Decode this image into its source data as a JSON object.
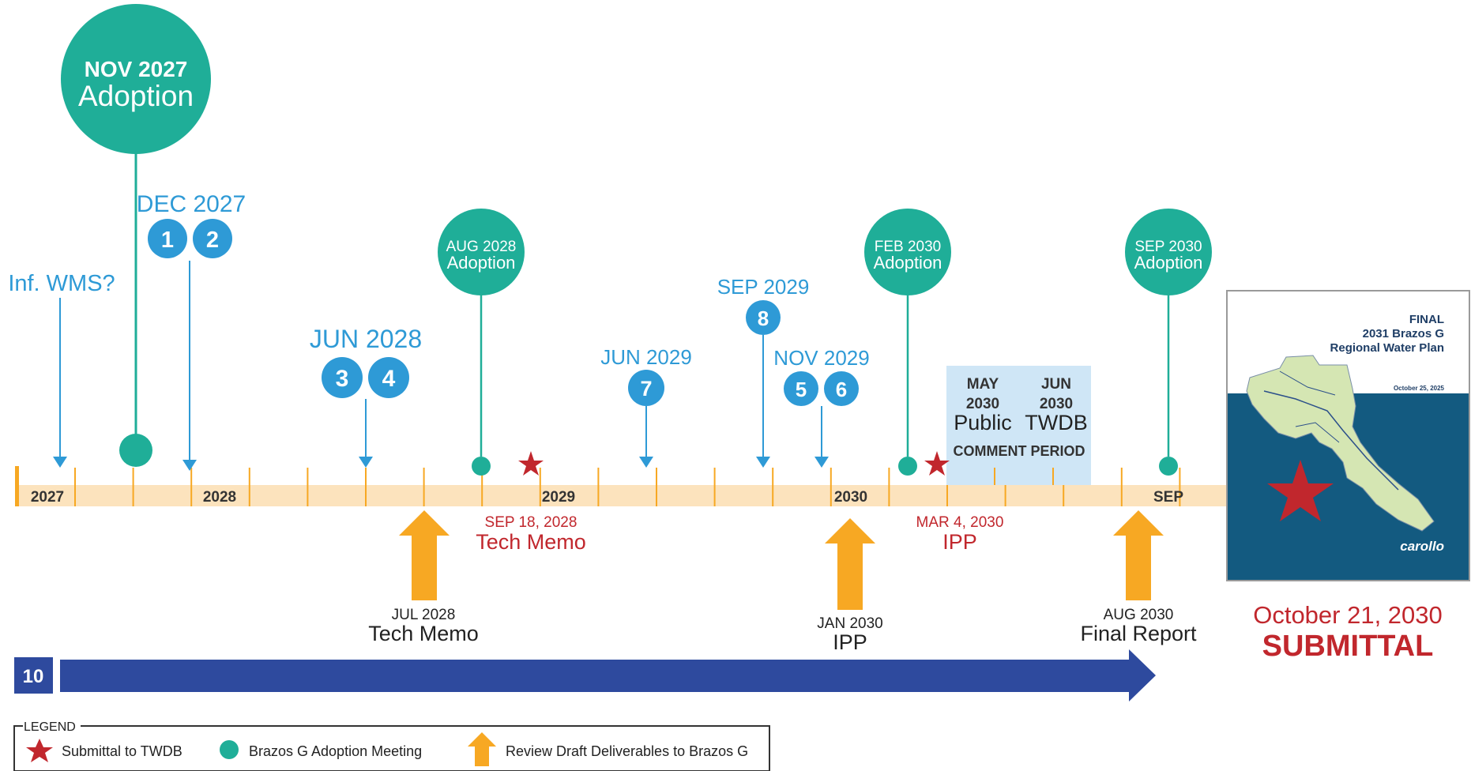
{
  "colors": {
    "teal": "#1fae98",
    "blue": "#2e9ad6",
    "navy": "#2e4a9e",
    "orange": "#f7a823",
    "red": "#c1272d",
    "band": "#fce3bd",
    "comment_box": "#cfe6f6",
    "report_dark": "#135a80",
    "report_map": "#d5e6b3"
  },
  "axis": {
    "year_labels": [
      "2027",
      "2028",
      "2029",
      "2030",
      "SEP"
    ]
  },
  "adoption_meetings": [
    {
      "date": "NOV 2027",
      "label": "Adoption"
    },
    {
      "date": "AUG 2028",
      "label": "Adoption"
    },
    {
      "date": "FEB 2030",
      "label": "Adoption"
    },
    {
      "date": "SEP 2030",
      "label": "Adoption"
    }
  ],
  "milestones": [
    {
      "date": "Inf. WMS?",
      "numbers": []
    },
    {
      "date": "DEC 2027",
      "numbers": [
        "1",
        "2"
      ]
    },
    {
      "date": "JUN 2028",
      "numbers": [
        "3",
        "4"
      ]
    },
    {
      "date": "JUN 2029",
      "numbers": [
        "7"
      ]
    },
    {
      "date": "SEP 2029",
      "numbers": [
        "8"
      ]
    },
    {
      "date": "NOV 2029",
      "numbers": [
        "5",
        "6"
      ]
    }
  ],
  "submittals": [
    {
      "date": "SEP 18, 2028",
      "label": "Tech Memo"
    },
    {
      "date": "MAR 4, 2030",
      "label": "IPP"
    }
  ],
  "reviews": [
    {
      "date": "JUL 2028",
      "label": "Tech Memo"
    },
    {
      "date": "JAN 2030",
      "label": "IPP"
    },
    {
      "date": "AUG 2030",
      "label": "Final Report"
    }
  ],
  "comment_period": {
    "col1_month": "MAY",
    "col1_year": "2030",
    "col1_label": "Public",
    "col2_month": "JUN",
    "col2_year": "2030",
    "col2_label": "TWDB",
    "label": "COMMENT PERIOD"
  },
  "report_cover": {
    "line1": "FINAL",
    "line2": "2031 Brazos G",
    "line3": "Regional Water Plan",
    "date": "October 25, 2025",
    "logo": "carollo"
  },
  "submittal_final": {
    "date": "October 21, 2030",
    "label": "SUBMITTAL"
  },
  "duration_bar": {
    "label": "10"
  },
  "legend": {
    "title": "LEGEND",
    "items": [
      {
        "icon": "red-star-icon",
        "label": "Submittal to TWDB"
      },
      {
        "icon": "teal-dot-icon",
        "label": "Brazos G Adoption Meeting"
      },
      {
        "icon": "orange-arrow-icon",
        "label": "Review Draft Deliverables to Brazos G"
      }
    ]
  }
}
